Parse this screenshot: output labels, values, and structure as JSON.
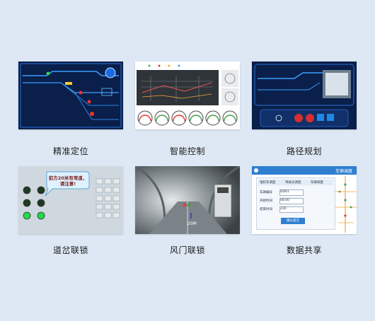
{
  "features": [
    {
      "id": "precise-positioning",
      "caption": "精准定位"
    },
    {
      "id": "smart-control",
      "caption": "智能控制"
    },
    {
      "id": "route-planning",
      "caption": "路径规划"
    },
    {
      "id": "switch-interlock",
      "caption": "道岔联锁"
    },
    {
      "id": "airdoor-interlock",
      "caption": "风门联锁"
    },
    {
      "id": "data-sharing",
      "caption": "数据共享"
    }
  ],
  "switch_panel": {
    "bubble_text": "前方20米有弯道，请注意!"
  },
  "airdoor_scene": {
    "overlay_text": "20M"
  },
  "data_panel": {
    "title": "车辆调度",
    "tabs": [
      "电机车调度",
      "驾驶员调度",
      "车辆调度"
    ],
    "rows": [
      {
        "label": "车辆编号",
        "value": "DD01"
      },
      {
        "label": "开始时间",
        "value": "08:00"
      },
      {
        "label": "结束时间",
        "value": "230"
      }
    ],
    "submit_label": "确认提交"
  }
}
